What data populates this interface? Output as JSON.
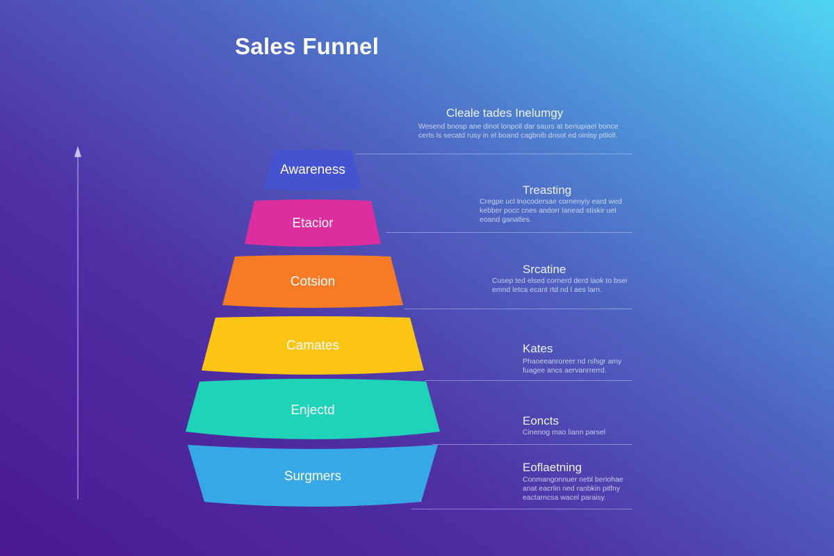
{
  "title": "Sales Funnel",
  "stages": [
    {
      "label": "Awareness",
      "color": "#4653d0"
    },
    {
      "label": "Etacior",
      "color": "#dd2ea0"
    },
    {
      "label": "Cotsion",
      "color": "#f57b24"
    },
    {
      "label": "Camates",
      "color": "#fcc514"
    },
    {
      "label": "Enjectd",
      "color": "#1fd3b9"
    },
    {
      "label": "Surgmers",
      "color": "#36a8e6"
    }
  ],
  "notes": [
    {
      "title": "Cleale tades Inelumgy",
      "text": "Wesend bnosp ane dinot lonpoll dar saurs at beriupiael bonce certs ls secatd rusy in el boand cagbnib dnsot ed oinlsy ptlioll."
    },
    {
      "title": "Treasting",
      "text": "Cregpe ucl lnocodersae cornenyiy eard wed kebber pocc cnes andorr lanead stiskir uel eoand ganatles."
    },
    {
      "title": "Srcatine",
      "text": "Cusep ted elsed cornerd derd laok to bsei emnd letca ecant rtd nd l aes larn."
    },
    {
      "title": "Kates",
      "text": "Phaoeeanroreer nd rsfsgr amy fuagee ancs aervanrrerrd."
    },
    {
      "title": "Eoncts",
      "text": "Cinenog mao liann parsel"
    },
    {
      "title": "Eoflaetning",
      "text": "Conmangonnuer nebl beriohae anat eacrlin ned ranbkin pitfny eactarncsa wacel paraisy."
    }
  ]
}
